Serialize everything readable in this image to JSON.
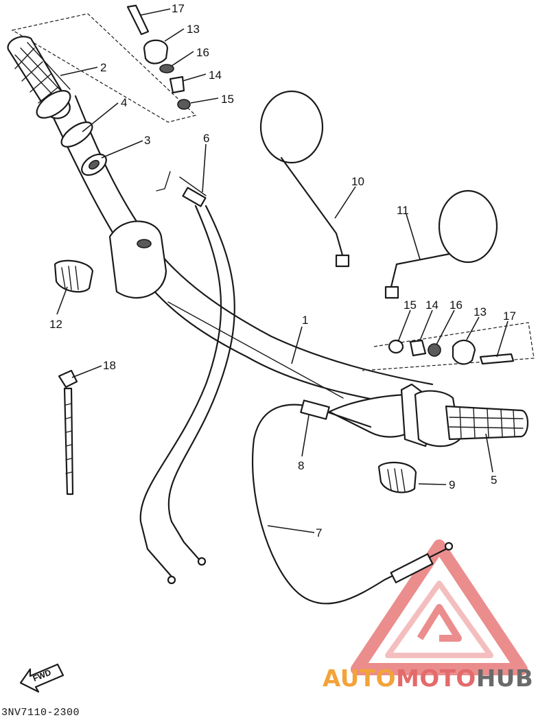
{
  "diagram_code": "3NV7110-2300",
  "fwd_label": "FWD",
  "watermark": {
    "part1": "AUTO",
    "part2": "MOTO",
    "part3": "HUB",
    "color1": "#f2a33a",
    "color2": "#e36b6b",
    "color3": "#6a6a6a"
  },
  "callouts": {
    "c1": "1",
    "c2": "2",
    "c3": "3",
    "c4": "4",
    "c5": "5",
    "c6": "6",
    "c7": "7",
    "c8": "8",
    "c9": "9",
    "c10": "10",
    "c11": "11",
    "c12": "12",
    "c13a": "13",
    "c14a": "14",
    "c15a": "15",
    "c16a": "16",
    "c17a": "17",
    "c13b": "13",
    "c14b": "14",
    "c15b": "15",
    "c16b": "16",
    "c17b": "17",
    "c18": "18"
  }
}
